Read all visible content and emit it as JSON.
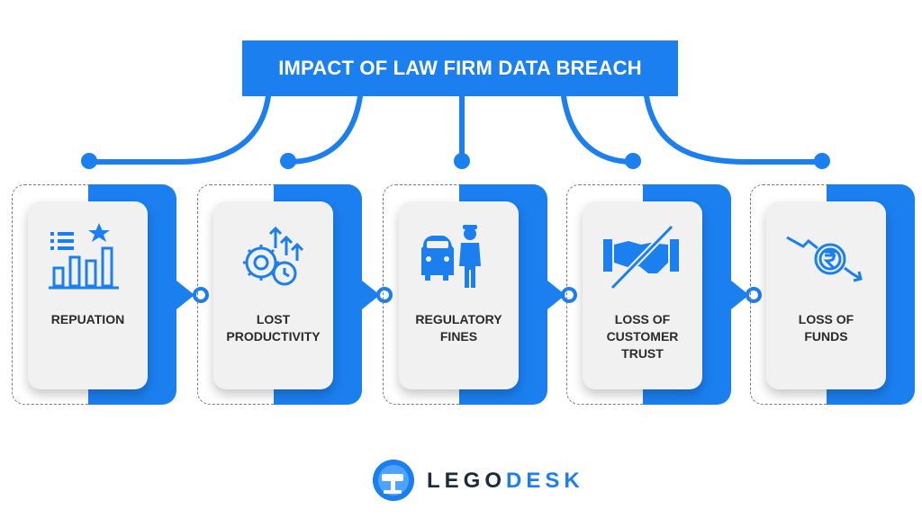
{
  "title": "IMPACT OF LAW FIRM DATA BREACH",
  "colors": {
    "accent": "#1b7ff0",
    "card": "#f1f1f1",
    "text": "#2a2a2a"
  },
  "cards": [
    {
      "label": "REPUATION",
      "icon": "bar-chart-star-icon"
    },
    {
      "label": "LOST\nPRODUCTIVITY",
      "icon": "gear-arrows-clock-icon"
    },
    {
      "label": "REGULATORY\nFINES",
      "icon": "car-police-officer-icon"
    },
    {
      "label": "LOSS OF\nCUSTOMER\nTRUST",
      "icon": "broken-handshake-icon"
    },
    {
      "label": "LOSS OF\nFUNDS",
      "icon": "rupee-down-arrow-icon"
    }
  ],
  "logo": {
    "part1": "LEGO",
    "part2": "DESK",
    "icon": "gavel-icon"
  }
}
